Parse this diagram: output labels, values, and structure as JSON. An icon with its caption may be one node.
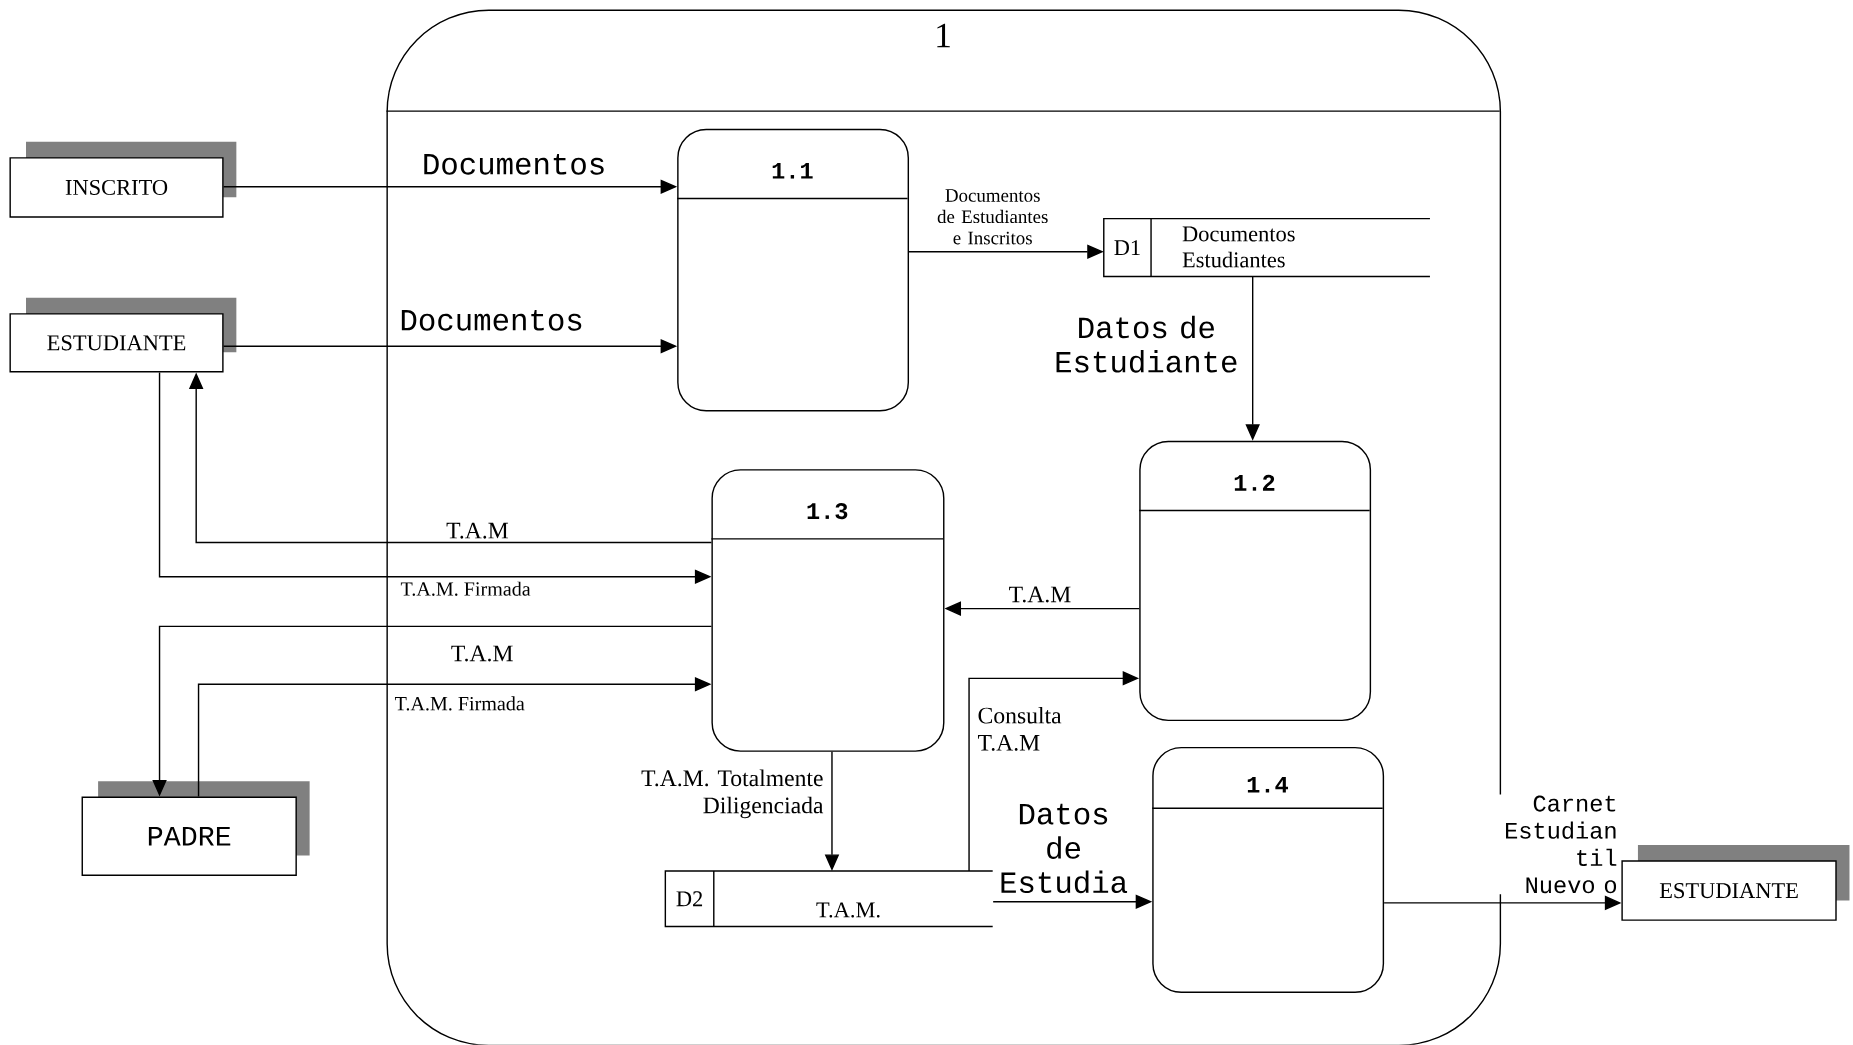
{
  "diagram": {
    "nodes": [
      {
        "text": [
          "1"
        ]
      },
      {
        "text": [
          "INSCRITO"
        ]
      },
      {
        "text": [
          "ESTUDIANTE"
        ]
      },
      {
        "text": [
          "1.1"
        ],
        "in": 0
      },
      {
        "text": [
          "D1",
          "Documentos Estudiantes"
        ],
        "in": 0
      },
      {
        "text": [
          "1.2"
        ],
        "in": 0
      },
      {
        "text": [
          "1.3"
        ],
        "in": 0
      },
      {
        "text": [
          "PADRE"
        ]
      },
      {
        "text": [
          "D2",
          "T.A.M."
        ],
        "in": 0
      },
      {
        "text": [
          "1.4"
        ],
        "in": 0
      },
      {
        "text": [
          "ESTUDIANTE"
        ]
      }
    ],
    "edges": [
      {
        "from": 1,
        "to": 3,
        "arrow": "to",
        "label": "Documentos"
      },
      {
        "from": 2,
        "to": 3,
        "arrow": "to",
        "label": "Documentos"
      },
      {
        "from": 3,
        "to": 4,
        "arrow": "to",
        "label": "Documentos de Estudiantes e Inscritos"
      },
      {
        "from": 4,
        "to": 5,
        "arrow": "to",
        "label": "Datos de Estudiante"
      },
      {
        "from": 6,
        "to": 2,
        "arrow": "to",
        "label": "T.A.M"
      },
      {
        "from": 2,
        "to": 6,
        "arrow": "to",
        "label": "T.A.M. Firmada"
      },
      {
        "from": 5,
        "to": 6,
        "arrow": "to",
        "label": "T.A.M"
      },
      {
        "from": 6,
        "to": 7,
        "arrow": "to",
        "label": "T.A.M"
      },
      {
        "from": 7,
        "to": 6,
        "arrow": "to",
        "label": "T.A.M. Firmada"
      },
      {
        "from": 8,
        "to": 5,
        "arrow": "to",
        "label": "Consulta T.A.M"
      },
      {
        "from": 6,
        "to": 8,
        "arrow": "to",
        "label": "T.A.M. Totalmente Diligenciada"
      },
      {
        "from": 8,
        "to": 9,
        "arrow": "to",
        "label": "Datos de Estudia"
      },
      {
        "from": 9,
        "to": 10,
        "arrow": "to",
        "label": "Carnet Estudian til Nuevo o"
      }
    ]
  }
}
